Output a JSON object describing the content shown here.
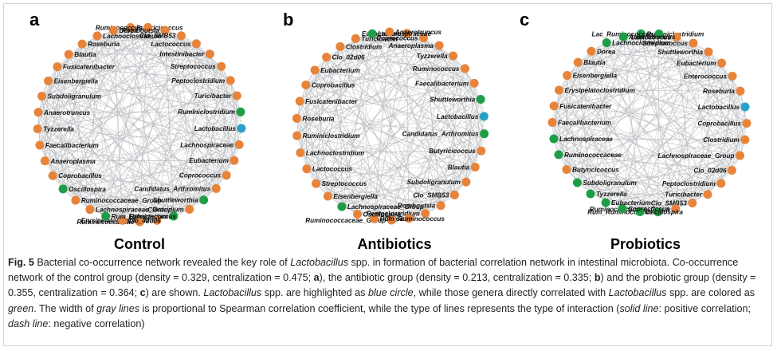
{
  "panels": [
    {
      "letter": "a",
      "title": "Control",
      "nodes": [
        {
          "label": "Butyricicoccus",
          "color": "orange"
        },
        {
          "label": "Ruminococcus",
          "color": "orange"
        },
        {
          "label": "Romboutsia",
          "color": "orange"
        },
        {
          "label": "Clo_SMB53",
          "color": "orange"
        },
        {
          "label": "Lactococcus",
          "color": "orange"
        },
        {
          "label": "Intestinibacter",
          "color": "orange"
        },
        {
          "label": "Streptococcus",
          "color": "orange"
        },
        {
          "label": "Peptoclostridium",
          "color": "orange"
        },
        {
          "label": "Turicibacter",
          "color": "orange"
        },
        {
          "label": "Ruminiclostridium",
          "color": "green"
        },
        {
          "label": "Lactobacillus",
          "color": "blue"
        },
        {
          "label": "Lachnospiraceae",
          "color": "orange"
        },
        {
          "label": "Eubacterium",
          "color": "orange"
        },
        {
          "label": "Coprococcus",
          "color": "orange"
        },
        {
          "label": "Candidatus_Arthromitus",
          "color": "orange"
        },
        {
          "label": "Shuttleworthia",
          "color": "green"
        },
        {
          "label": "Clostridium",
          "color": "orange"
        },
        {
          "label": "Eubacterium",
          "color": "green"
        },
        {
          "label": "Erysipelatoclostridium",
          "color": "orange"
        },
        {
          "label": "Ruminococcaceae",
          "color": "orange"
        },
        {
          "label": "Clo_02d06",
          "color": "orange"
        },
        {
          "label": "Rum_Ruminococcus",
          "color": "green"
        },
        {
          "label": "Lachnospiraceae_Group",
          "color": "orange"
        },
        {
          "label": "Ruminococcaceae_Group",
          "color": "orange"
        },
        {
          "label": "Oscillospira",
          "color": "green"
        },
        {
          "label": "Coprobacillus",
          "color": "orange"
        },
        {
          "label": "Anaeroplasma",
          "color": "orange"
        },
        {
          "label": "Faecalibacterium",
          "color": "orange"
        },
        {
          "label": "Tyzzerella",
          "color": "orange"
        },
        {
          "label": "Anaerotruncus",
          "color": "orange"
        },
        {
          "label": "Subdoligranulum",
          "color": "orange"
        },
        {
          "label": "Eisenbergiella",
          "color": "orange"
        },
        {
          "label": "Fusicatenibacter",
          "color": "orange"
        },
        {
          "label": "Blautia",
          "color": "orange"
        },
        {
          "label": "Roseburia",
          "color": "orange"
        },
        {
          "label": "Lachnoclostridium",
          "color": "orange"
        },
        {
          "label": "Dorea",
          "color": "orange"
        }
      ]
    },
    {
      "letter": "b",
      "title": "Antibiotics",
      "nodes": [
        {
          "label": "Eubacterium",
          "color": "orange"
        },
        {
          "label": "Coprococcus",
          "color": "orange"
        },
        {
          "label": "Anaeroplasma",
          "color": "orange"
        },
        {
          "label": "Tyzzerella",
          "color": "orange"
        },
        {
          "label": "Ruminococcus",
          "color": "orange"
        },
        {
          "label": "Faecalibacterium",
          "color": "orange"
        },
        {
          "label": "Shuttleworthia",
          "color": "green"
        },
        {
          "label": "Lactobacillus",
          "color": "blue"
        },
        {
          "label": "Candidatus_Arthromitus",
          "color": "green"
        },
        {
          "label": "Butyricicoccus",
          "color": "orange"
        },
        {
          "label": "Blautia",
          "color": "orange"
        },
        {
          "label": "Subdoligranulum",
          "color": "orange"
        },
        {
          "label": "Clo_SMB53",
          "color": "orange"
        },
        {
          "label": "Romboutsia",
          "color": "orange"
        },
        {
          "label": "Peptoclostridium",
          "color": "orange"
        },
        {
          "label": "Dorea",
          "color": "orange"
        },
        {
          "label": "Ruminococcaceae_Group",
          "color": "orange"
        },
        {
          "label": "Rum_Ruminococcus",
          "color": "orange"
        },
        {
          "label": "Oscillospira",
          "color": "orange"
        },
        {
          "label": "Lachnospiraceae_Group",
          "color": "green"
        },
        {
          "label": "Eisenbergiella",
          "color": "orange"
        },
        {
          "label": "Streptococcus",
          "color": "orange"
        },
        {
          "label": "Lactococcus",
          "color": "orange"
        },
        {
          "label": "Lachnoclostridium",
          "color": "orange"
        },
        {
          "label": "Ruminiclostridium",
          "color": "orange"
        },
        {
          "label": "Roseburia",
          "color": "orange"
        },
        {
          "label": "Fusicatenibacter",
          "color": "orange"
        },
        {
          "label": "Coprobacillus",
          "color": "orange"
        },
        {
          "label": "Eubacterium",
          "color": "orange"
        },
        {
          "label": "Clo_02d06",
          "color": "orange"
        },
        {
          "label": "Clostridium",
          "color": "orange"
        },
        {
          "label": "Turicibacter",
          "color": "orange"
        },
        {
          "label": "Lachnospiraceae",
          "color": "green"
        },
        {
          "label": "Anaerotruncus",
          "color": "orange"
        }
      ]
    },
    {
      "letter": "c",
      "title": "Probiotics",
      "nodes": [
        {
          "label": "Ruminiclostridium",
          "color": "green"
        },
        {
          "label": "Lac_Ruminococcus",
          "color": "green"
        },
        {
          "label": "Lactococcus",
          "color": "orange"
        },
        {
          "label": "Streptococcus",
          "color": "orange"
        },
        {
          "label": "Shuttleworthia",
          "color": "orange"
        },
        {
          "label": "Eubacterium",
          "color": "orange"
        },
        {
          "label": "Enterococcus",
          "color": "orange"
        },
        {
          "label": "Roseburia",
          "color": "orange"
        },
        {
          "label": "Lactobacillus",
          "color": "blue"
        },
        {
          "label": "Coprobacillus",
          "color": "orange"
        },
        {
          "label": "Clostridium",
          "color": "orange"
        },
        {
          "label": "Lachnospiraceae_Group",
          "color": "orange"
        },
        {
          "label": "Clo_02d06",
          "color": "orange"
        },
        {
          "label": "Peptoclostridium",
          "color": "orange"
        },
        {
          "label": "Turicibacter",
          "color": "orange"
        },
        {
          "label": "Clo_SMB53",
          "color": "orange"
        },
        {
          "label": "Ruminococcaceae_Group",
          "color": "orange"
        },
        {
          "label": "Rum_Ruminococcus",
          "color": "green"
        },
        {
          "label": "Oscillospira",
          "color": "green"
        },
        {
          "label": "Coprococcus",
          "color": "green"
        },
        {
          "label": "Eubacterium",
          "color": "green"
        },
        {
          "label": "Tyzzerella",
          "color": "green"
        },
        {
          "label": "Subdoligranulum",
          "color": "green"
        },
        {
          "label": "Butyricicoccus",
          "color": "orange"
        },
        {
          "label": "Ruminococcaceae",
          "color": "green"
        },
        {
          "label": "Lachnospiraceae",
          "color": "green"
        },
        {
          "label": "Faecalibacterium",
          "color": "orange"
        },
        {
          "label": "Fusicatenibacter",
          "color": "orange"
        },
        {
          "label": "Erysipelatoclostridium",
          "color": "orange"
        },
        {
          "label": "Eisenbergiella",
          "color": "orange"
        },
        {
          "label": "Blautia",
          "color": "orange"
        },
        {
          "label": "Dorea",
          "color": "orange"
        },
        {
          "label": "Lachnoclostridium",
          "color": "green"
        },
        {
          "label": "Anaerotruncus",
          "color": "green"
        }
      ]
    }
  ],
  "colors": {
    "orange": "#e8833a",
    "green": "#1d9e46",
    "blue": "#2aa0c8",
    "edge": "#b9bcc0"
  },
  "caption": {
    "fig_label": "Fig. 5",
    "parts": [
      {
        "t": " Bacterial co-occurrence network revealed the key role of ",
        "s": ""
      },
      {
        "t": "Lactobacillus",
        "s": "i"
      },
      {
        "t": " spp. in formation of bacterial correlation network in intestinal microbiota. Co-occurrence network of the control group (density = 0.329, centralization = 0.475; ",
        "s": ""
      },
      {
        "t": "a",
        "s": "b"
      },
      {
        "t": "), the antibiotic group (density = 0.213, centralization = 0.335; ",
        "s": ""
      },
      {
        "t": "b",
        "s": "b"
      },
      {
        "t": ") and the probiotic group (density = 0.355, centralization = 0.364; ",
        "s": ""
      },
      {
        "t": "c",
        "s": "b"
      },
      {
        "t": ") are shown. ",
        "s": ""
      },
      {
        "t": "Lactobacillus",
        "s": "i"
      },
      {
        "t": " spp. are highlighted as ",
        "s": ""
      },
      {
        "t": "blue circle",
        "s": "i"
      },
      {
        "t": ", while those genera directly correlated with ",
        "s": ""
      },
      {
        "t": "Lactobacillus",
        "s": "i"
      },
      {
        "t": " spp. are colored as ",
        "s": ""
      },
      {
        "t": "green",
        "s": "i"
      },
      {
        "t": ". The width of ",
        "s": ""
      },
      {
        "t": "gray lines",
        "s": "i"
      },
      {
        "t": " is proportional to Spearman correlation coefficient, while the type of lines represents the type of interaction (",
        "s": ""
      },
      {
        "t": "solid line",
        "s": "i"
      },
      {
        "t": ": positive correlation; ",
        "s": ""
      },
      {
        "t": "dash line",
        "s": "i"
      },
      {
        "t": ": negative correlation)",
        "s": ""
      }
    ]
  }
}
